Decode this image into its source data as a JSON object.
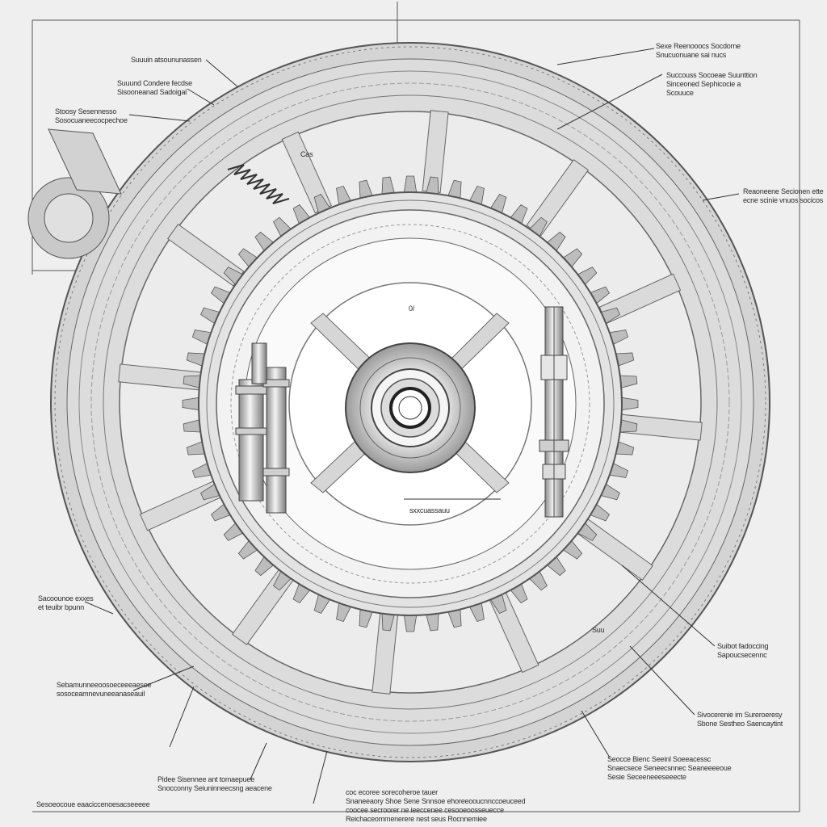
{
  "colors": {
    "background": "#efefef",
    "ink": "#2b2b2b",
    "metal_light": "#d9d9d9",
    "metal_mid": "#a8a8a8",
    "metal_dark": "#6f6f6f"
  },
  "labels": {
    "top_left_1": [
      "Suuuin atsoununassen"
    ],
    "top_left_2": [
      "Suuund Condere fecdse",
      "Sisooneanad Sadoigal"
    ],
    "top_left_3": [
      "Stoosy Sesennesso",
      "Sosocuaneecocpechoe"
    ],
    "top_right_1": [
      "Sexe Reenooocs Socdorne",
      "Snucuonuane sai nucs"
    ],
    "top_right_2": [
      "Succouss Socoeae Suunttion",
      "Sinceoned Sephicocie a",
      "Scouuce"
    ],
    "small_upper": [
      "Cas"
    ],
    "right_mid": [
      "Reaoneene Secionen ette",
      "ecne scinie vnuos socicos"
    ],
    "center_mark": [
      "0/"
    ],
    "center_lower": [
      "sxxcuassauu"
    ],
    "left_lower": [
      "Sacoounoe exxes",
      "et teuibr bpunn"
    ],
    "right_lower_small": [
      "Suu"
    ],
    "right_lower": [
      "Suibot fadoccing",
      "Sapoucsecennc"
    ],
    "left_bottom_1": [
      "Sebamunneeoosoeceeeaesoe",
      "sosoceamnevuneeanaseauil"
    ],
    "right_bottom_1": [
      "Sivocerenie im Sureroeresy",
      "Sbone Sestheo Saencaytint"
    ],
    "bottom_center_left": [
      "Pidee Sisennee ant tomaepuee",
      "Snocconny Seiuninneecsng aeacene"
    ],
    "bottom_center": [
      "coc ecoree sorecoheroe tauer",
      "Snaneeaory Shoe Sene Snnsoe ehoreeooucnnccoeuceed",
      "coocee secroorer ne ieeccenee cesooeoosseuecce",
      "Reichaceommenerere nest seus Rocnnemiee"
    ],
    "bottom_right": [
      "Seocce Bienc Seeinl Soeeacessc",
      "Snaecsece Seneecsnnec Seaneeeeoue",
      "Sesie Seceeneeeseeecte"
    ],
    "bottom_left_corner": [
      "Sesoeocoue eaaciccenoesacseeeee"
    ]
  }
}
